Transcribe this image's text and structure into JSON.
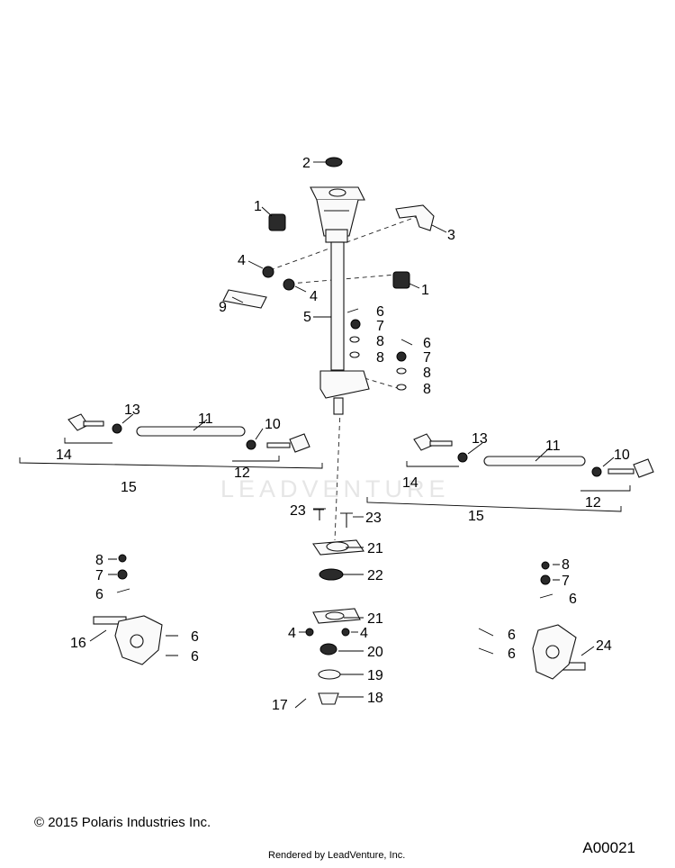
{
  "watermark": "LEADVENTURE",
  "footer": {
    "copyright": "© 2015 Polaris Industries Inc.",
    "rendered_by": "Rendered by LeadVenture, Inc.",
    "diagram_id": "A00021"
  },
  "callouts": {
    "c1a": "1",
    "c1b": "1",
    "c2": "2",
    "c3": "3",
    "c4a": "4",
    "c4b": "4",
    "c4c": "4",
    "c4d": "4",
    "c5": "5",
    "c6a": "6",
    "c6b": "6",
    "c6c": "6",
    "c6d": "6",
    "c6e": "6",
    "c6f": "6",
    "c6g": "6",
    "c6h": "6",
    "c7a": "7",
    "c7b": "7",
    "c7c": "7",
    "c7d": "7",
    "c8a": "8",
    "c8b": "8",
    "c8c": "8",
    "c8d": "8",
    "c8e": "8",
    "c8f": "8",
    "c9": "9",
    "c10a": "10",
    "c10b": "10",
    "c11a": "11",
    "c11b": "11",
    "c12a": "12",
    "c12b": "12",
    "c13a": "13",
    "c13b": "13",
    "c14a": "14",
    "c14b": "14",
    "c15a": "15",
    "c15b": "15",
    "c16": "16",
    "c17": "17",
    "c18": "18",
    "c19": "19",
    "c20": "20",
    "c21a": "21",
    "c21b": "21",
    "c22": "22",
    "c23a": "23",
    "c23b": "23",
    "c24": "24"
  }
}
